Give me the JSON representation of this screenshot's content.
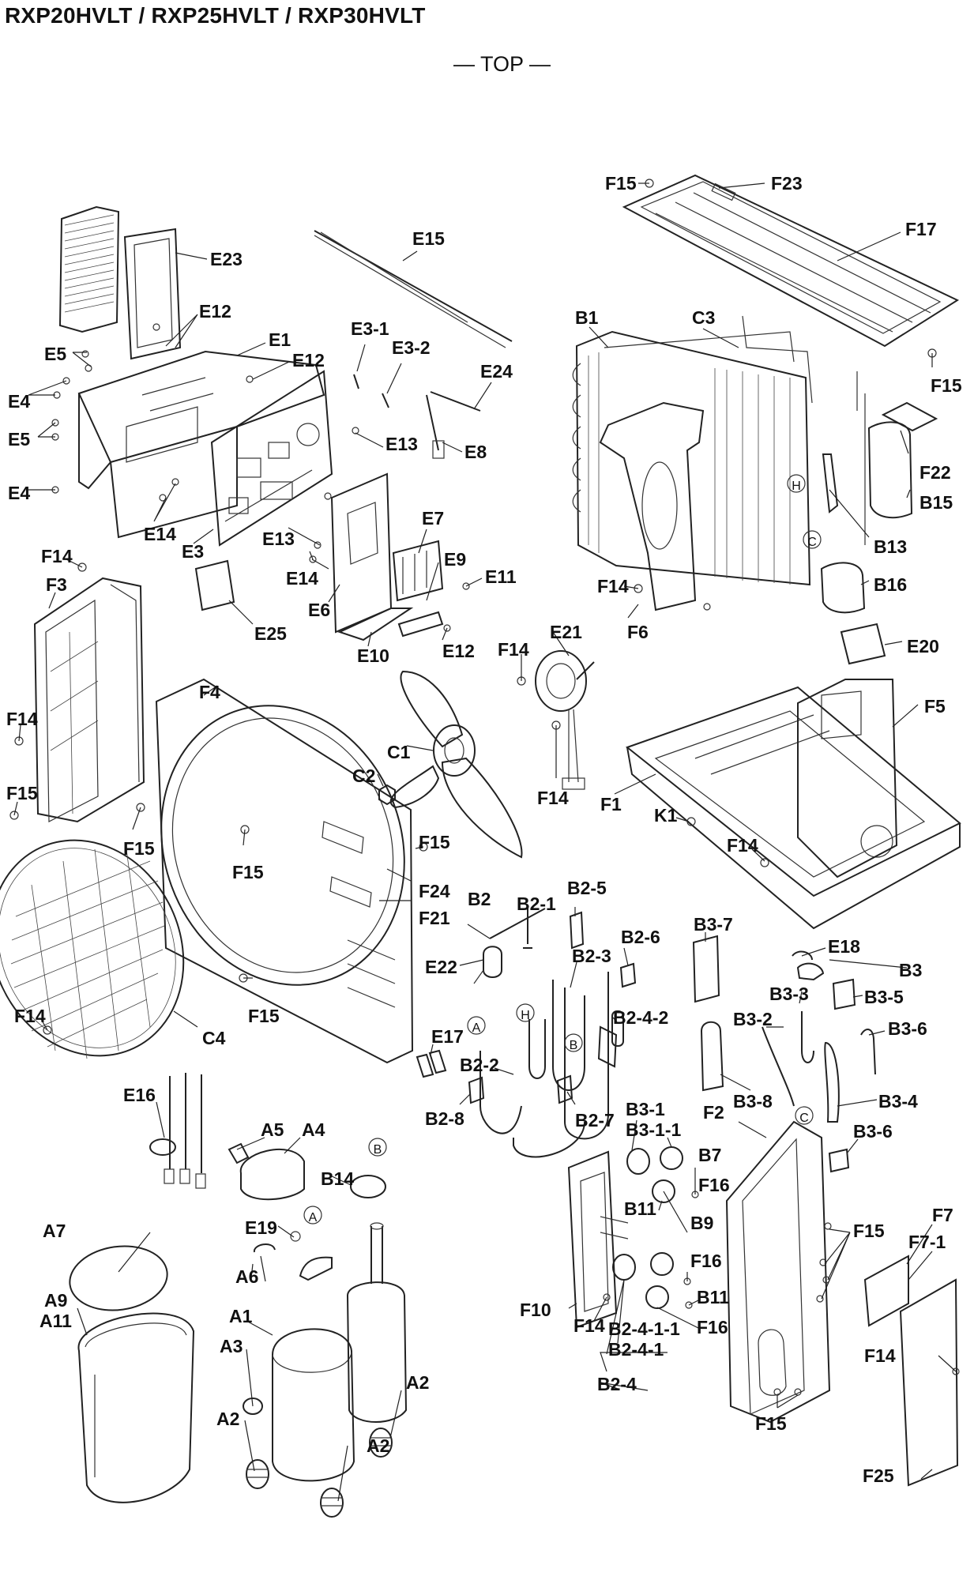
{
  "header": {
    "title": "RXP20HVLT / RXP25HVLT / RXP30HVLT",
    "view": "— TOP —"
  },
  "circle_markers": [
    "H",
    "C",
    "A",
    "H",
    "B",
    "C",
    "B",
    "A"
  ],
  "labels": {
    "E23": "E23",
    "E12a": "E12",
    "E5a": "E5",
    "E1": "E1",
    "E12b": "E12",
    "E4a": "E4",
    "E5b": "E5",
    "E4b": "E4",
    "E14a": "E14",
    "E3": "E3",
    "E13a": "E13",
    "E13b": "E13",
    "E14b": "E14",
    "E6": "E6",
    "E7": "E7",
    "E9": "E9",
    "E11": "E11",
    "E12c": "E12",
    "E10": "E10",
    "E25": "E25",
    "E15": "E15",
    "E3_1": "E3-1",
    "E3_2": "E3-2",
    "E24": "E24",
    "E8": "E8",
    "F15a": "F15",
    "F23": "F23",
    "F17": "F17",
    "B1": "B1",
    "C3": "C3",
    "F15b": "F15",
    "F22": "F22",
    "B15": "B15",
    "B13": "B13",
    "B16": "B16",
    "F14a": "F14",
    "F6": "F6",
    "E20": "E20",
    "F5": "F5",
    "F14b": "F14",
    "F3": "F3",
    "F14c": "F14",
    "F15c": "F15",
    "F15d": "F15",
    "F4": "F4",
    "E21": "E21",
    "F14d": "F14",
    "F14e": "F14",
    "C1": "C1",
    "C2": "C2",
    "F15e": "F15",
    "F15f": "F15",
    "F24": "F24",
    "F21": "F21",
    "F1": "F1",
    "K1": "K1",
    "F14f": "F14",
    "C4": "C4",
    "F14g": "F14",
    "F15g": "F15",
    "B2": "B2",
    "B2_1": "B2-1",
    "B2_5": "B2-5",
    "B2_6": "B2-6",
    "B2_3": "B2-3",
    "E22": "E22",
    "B2_4_2": "B2-4-2",
    "E17": "E17",
    "B2_2": "B2-2",
    "B2_8": "B2-8",
    "B2_7": "B2-7",
    "B3_7": "B3-7",
    "E18": "E18",
    "B3": "B3",
    "B3_3": "B3-3",
    "B3_5": "B3-5",
    "B3_2": "B3-2",
    "B3_6a": "B3-6",
    "B3_8": "B3-8",
    "B3_4": "B3-4",
    "B3_6b": "B3-6",
    "E16": "E16",
    "A5": "A5",
    "A4": "A4",
    "B14": "B14",
    "B3_1": "B3-1",
    "B3_1_1": "B3-1-1",
    "B7": "B7",
    "F2": "F2",
    "F16a": "F16",
    "B11a": "B11",
    "B9": "B9",
    "F16b": "F16",
    "F15h": "F15",
    "F7": "F7",
    "F7_1": "F7-1",
    "A7": "A7",
    "E19": "E19",
    "A6": "A6",
    "A9": "A9",
    "A11": "A11",
    "A1": "A1",
    "A3": "A3",
    "F10": "F10",
    "F14h": "F14",
    "B2_4_1_1": "B2-4-1-1",
    "B2_4_1": "B2-4-1",
    "B11b": "B11",
    "F16c": "F16",
    "B2_4": "B2-4",
    "A2a": "A2",
    "A2b": "A2",
    "A2c": "A2",
    "F15i": "F15",
    "F14i": "F14",
    "F25": "F25"
  }
}
